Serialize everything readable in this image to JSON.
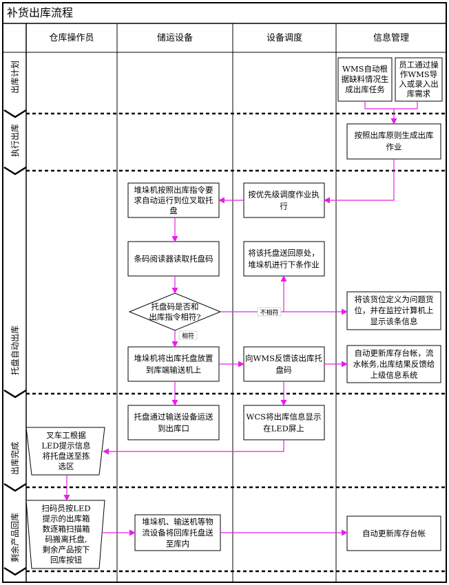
{
  "title": "补货出库流程",
  "lanes": [
    "仓库操作员",
    "储运设备",
    "设备调度",
    "信息管理"
  ],
  "phases": [
    "出库计划",
    "执行出库",
    "托盘自动出库",
    "出库完成",
    "剩余产品回库"
  ],
  "nodes": {
    "wms_auto": [
      "WMS自动根",
      "据缺料情况生",
      "成出库任务"
    ],
    "staff_import": [
      "员工通过操",
      "作WMS导",
      "入或录入出",
      "库需求"
    ],
    "gen_outbound": [
      "按照出库原则生成出库",
      "作业"
    ],
    "priority_exec": [
      "按优先级调度作业执",
      "行"
    ],
    "stacker_fetch": [
      "堆垛机按照出库指令要",
      "求自动运行到位叉取托",
      "盘"
    ],
    "barcode_read": [
      "条码阅读器读取托盘码"
    ],
    "return_pallet": [
      "将该托盘送回原处，",
      "堆垛机进行下条作业"
    ],
    "decision": [
      "托盘码是否和",
      "出库指令相符?"
    ],
    "problem_slot": [
      "将该货位定义为问题货",
      "位，并在监控计算机上",
      "显示该条信息"
    ],
    "stacker_place": [
      "堆垛机将出库托盘放置",
      "到库端输送机上"
    ],
    "feedback_wms": [
      "向WMS反馈该出库托",
      "盘码"
    ],
    "update_ledger": [
      "自动更新库存台帐，流",
      "水帐务,出库结果反馈给",
      "上级信息系统"
    ],
    "convey_out": [
      "托盘通过输送设备运送",
      "到出库口"
    ],
    "wcs_led": [
      "WCS将出库信息显示",
      "在LED屏上"
    ],
    "forklift": [
      "叉车工根据",
      "LED提示信息",
      "将托盘送至拣",
      "选区"
    ],
    "scan_led": [
      "扫码员按LED",
      "提示的出库箱",
      "数逐箱扫描箱",
      "码搬离托盘,",
      "剩余产品按下",
      "回库按钮"
    ],
    "return_store": [
      "堆垛机、输送机等物",
      "流设备将回库托盘送",
      "至库内"
    ],
    "update_stock": [
      "自动更新库存台帐"
    ]
  },
  "edge_labels": {
    "no": "不相符",
    "yes": "相符"
  },
  "colors": {
    "arrow": "#e81ee8",
    "line": "#000000",
    "box": "#000000",
    "bg": "#ffffff"
  }
}
